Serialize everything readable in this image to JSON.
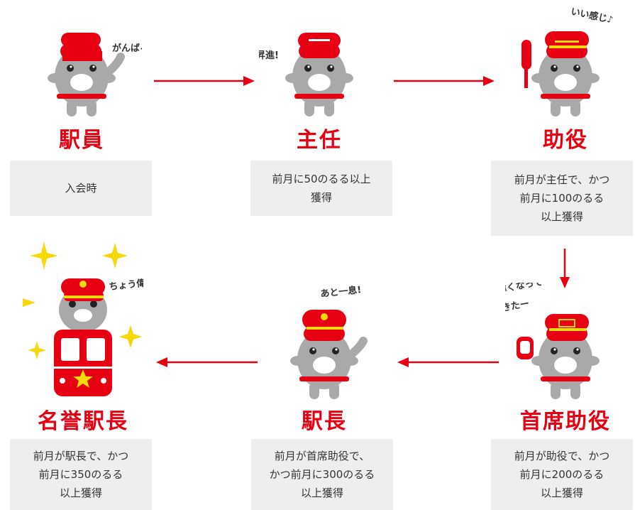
{
  "stages": [
    {
      "rank": "駅員",
      "bubble": "がんばるぞー",
      "cond": [
        "入会時"
      ]
    },
    {
      "rank": "主任",
      "bubble": "昇進!",
      "cond": [
        "前月に50のるる以上",
        "獲得"
      ]
    },
    {
      "rank": "助役",
      "bubble": "いい感じ♪",
      "cond": [
        "前月が主任で、かつ",
        "前月に100のるる",
        "以上獲得"
      ]
    },
    {
      "rank": "首席助役",
      "bubble": "偉くなって",
      "bubble2": "きたー",
      "cond": [
        "前月が助役で、かつ",
        "前月に200のるる",
        "以上獲得"
      ]
    },
    {
      "rank": "駅長",
      "bubble": "あと一息!",
      "cond": [
        "前月が首席助役で、",
        "かつ前月に300のるる",
        "以上獲得"
      ]
    },
    {
      "rank": "名誉駅長",
      "bubble": "ちょう偉い!",
      "cond": [
        "前月が駅長で、かつ",
        "前月に350のるる",
        "以上獲得"
      ]
    }
  ],
  "colors": {
    "accent": "#e60012",
    "gray": "#a9a9a9",
    "box": "#eeeeee",
    "gold": "#f5d90a"
  }
}
